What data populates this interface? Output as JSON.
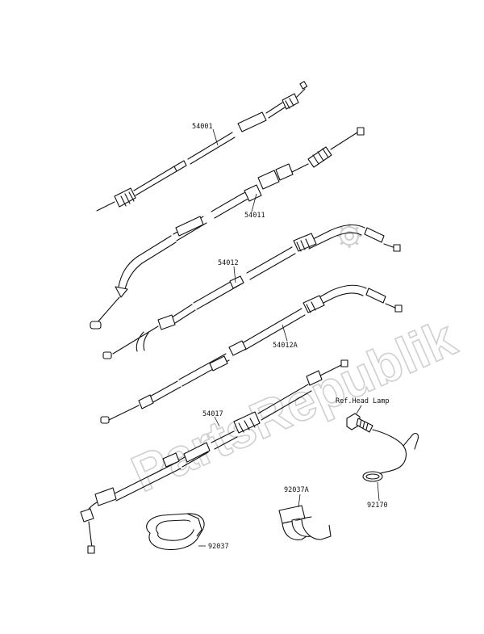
{
  "watermark": "PartsRepublik",
  "parts": [
    {
      "id": "54001"
    },
    {
      "id": "54011"
    },
    {
      "id": "54012"
    },
    {
      "id": "54012A"
    },
    {
      "id": "54017"
    },
    {
      "id": "92037"
    },
    {
      "id": "92037A"
    },
    {
      "id": "92170"
    },
    {
      "id": "Ref.Head Lamp"
    }
  ]
}
